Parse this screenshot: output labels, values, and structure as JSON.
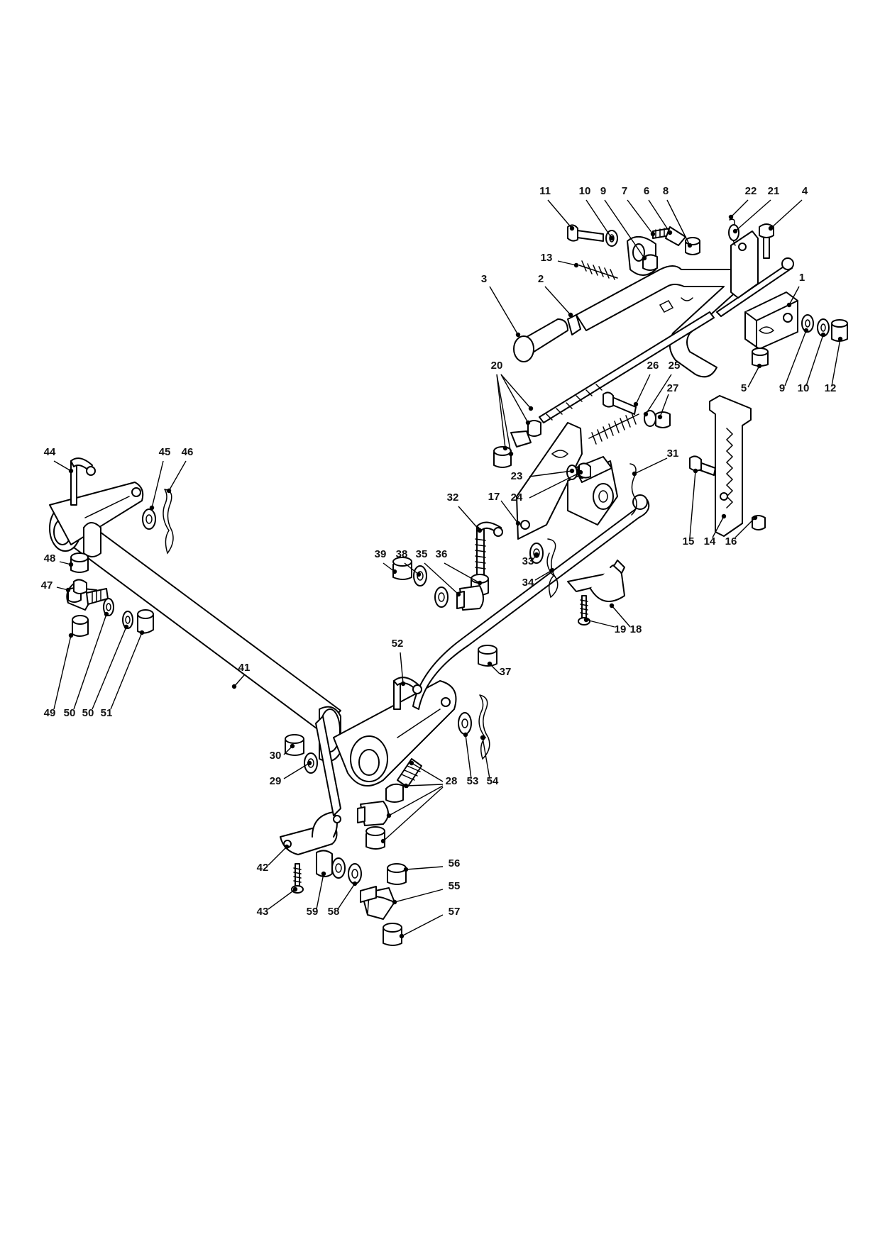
{
  "diagram": {
    "type": "exploded-parts-view",
    "line_color": "#000000",
    "background": "#ffffff",
    "callouts": [
      {
        "id": "c1",
        "label": "1"
      },
      {
        "id": "c2",
        "label": "2"
      },
      {
        "id": "c3",
        "label": "3"
      },
      {
        "id": "c4",
        "label": "4"
      },
      {
        "id": "c5",
        "label": "5"
      },
      {
        "id": "c6",
        "label": "6"
      },
      {
        "id": "c7",
        "label": "7"
      },
      {
        "id": "c8",
        "label": "8"
      },
      {
        "id": "c9a",
        "label": "9"
      },
      {
        "id": "c9b",
        "label": "9"
      },
      {
        "id": "c10a",
        "label": "10"
      },
      {
        "id": "c10b",
        "label": "10"
      },
      {
        "id": "c11",
        "label": "11"
      },
      {
        "id": "c12",
        "label": "12"
      },
      {
        "id": "c13",
        "label": "13"
      },
      {
        "id": "c14",
        "label": "14"
      },
      {
        "id": "c15",
        "label": "15"
      },
      {
        "id": "c16",
        "label": "16"
      },
      {
        "id": "c17",
        "label": "17"
      },
      {
        "id": "c18",
        "label": "18"
      },
      {
        "id": "c19",
        "label": "19"
      },
      {
        "id": "c20",
        "label": "20"
      },
      {
        "id": "c21",
        "label": "21"
      },
      {
        "id": "c22",
        "label": "22"
      },
      {
        "id": "c23",
        "label": "23"
      },
      {
        "id": "c24",
        "label": "24"
      },
      {
        "id": "c25",
        "label": "25"
      },
      {
        "id": "c26",
        "label": "26"
      },
      {
        "id": "c27",
        "label": "27"
      },
      {
        "id": "c28",
        "label": "28"
      },
      {
        "id": "c29",
        "label": "29"
      },
      {
        "id": "c30",
        "label": "30"
      },
      {
        "id": "c31",
        "label": "31"
      },
      {
        "id": "c32",
        "label": "32"
      },
      {
        "id": "c33",
        "label": "33"
      },
      {
        "id": "c34",
        "label": "34"
      },
      {
        "id": "c35",
        "label": "35"
      },
      {
        "id": "c36",
        "label": "36"
      },
      {
        "id": "c37",
        "label": "37"
      },
      {
        "id": "c38",
        "label": "38"
      },
      {
        "id": "c39",
        "label": "39"
      },
      {
        "id": "c41",
        "label": "41"
      },
      {
        "id": "c42",
        "label": "42"
      },
      {
        "id": "c43",
        "label": "43"
      },
      {
        "id": "c44",
        "label": "44"
      },
      {
        "id": "c45",
        "label": "45"
      },
      {
        "id": "c46",
        "label": "46"
      },
      {
        "id": "c47",
        "label": "47"
      },
      {
        "id": "c48",
        "label": "48"
      },
      {
        "id": "c49",
        "label": "49"
      },
      {
        "id": "c50a",
        "label": "50"
      },
      {
        "id": "c50b",
        "label": "50"
      },
      {
        "id": "c51",
        "label": "51"
      },
      {
        "id": "c52",
        "label": "52"
      },
      {
        "id": "c53",
        "label": "53"
      },
      {
        "id": "c54",
        "label": "54"
      },
      {
        "id": "c55",
        "label": "55"
      },
      {
        "id": "c56",
        "label": "56"
      },
      {
        "id": "c57",
        "label": "57"
      },
      {
        "id": "c58",
        "label": "58"
      },
      {
        "id": "c59",
        "label": "59"
      }
    ]
  }
}
